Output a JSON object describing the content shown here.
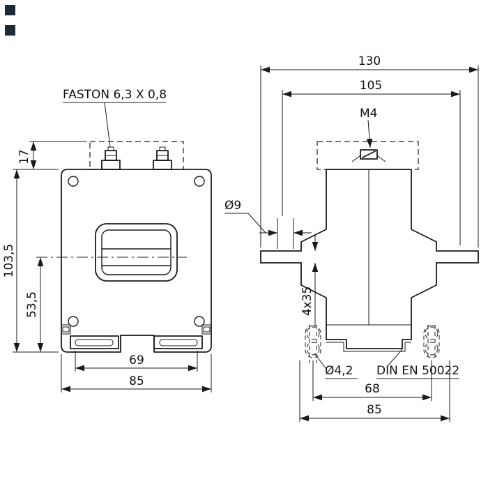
{
  "drawing": {
    "kind": "technical dimensional drawing, current transformer, two views",
    "front_view": {
      "terminal_callout": "FASTON 6,3 X 0,8",
      "dims": {
        "terminal_height": "17",
        "total_height": "103,5",
        "center_to_bottom": "53,5",
        "slot_span": "69",
        "body_width": "85"
      }
    },
    "side_view": {
      "screw_callout": "M4",
      "bar_hole_callout": "Ø9",
      "bar_section": "4x35",
      "mount_hole_callout": "Ø4,2",
      "rail_standard": "DIN EN 50022",
      "dims": {
        "bar_length": "130",
        "hole_spacing": "105",
        "mount_hole_spacing": "68",
        "bracket_width": "85"
      }
    },
    "colors": {
      "line": "#1a1a1a",
      "background": "#ffffff"
    }
  }
}
